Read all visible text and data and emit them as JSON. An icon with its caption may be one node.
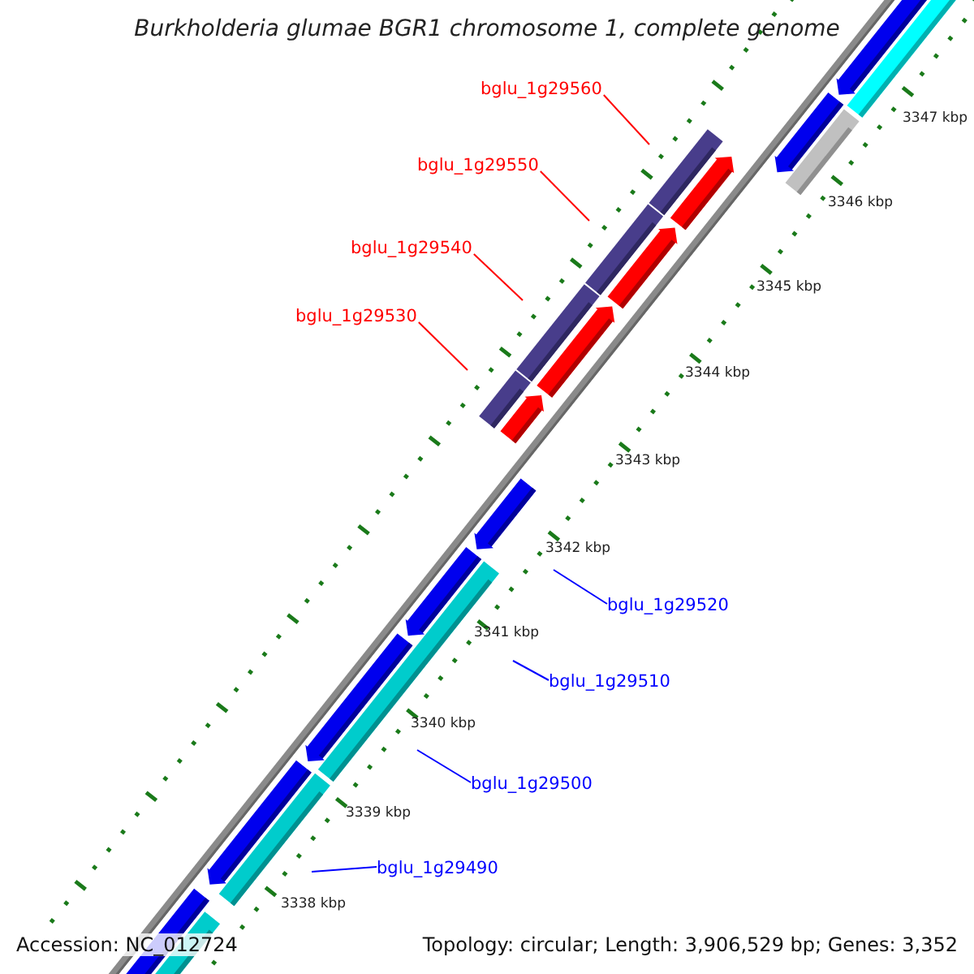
{
  "diagram": {
    "title": "Burkholderia glumae BGR1 chromosome 1, complete genome",
    "nodes": [
      {
        "text": [
          "bglu_1g29560"
        ]
      },
      {
        "text": [
          "bglu_1g29550"
        ]
      },
      {
        "text": [
          "bglu_1g29540"
        ]
      },
      {
        "text": [
          "bglu_1g29530"
        ]
      },
      {
        "text": [
          "bglu_1g29520"
        ]
      },
      {
        "text": [
          "bglu_1g29510"
        ]
      },
      {
        "text": [
          "bglu_1g29500"
        ]
      },
      {
        "text": [
          "bglu_1g29490"
        ]
      }
    ],
    "edges": [
      {
        "from": 0,
        "to": null,
        "arrow": "none",
        "color": "#ff0000"
      },
      {
        "from": 1,
        "to": null,
        "arrow": "none",
        "color": "#ff0000"
      },
      {
        "from": 2,
        "to": null,
        "arrow": "none",
        "color": "#ff0000"
      },
      {
        "from": 3,
        "to": null,
        "arrow": "none",
        "color": "#ff0000"
      },
      {
        "from": 4,
        "to": null,
        "arrow": "none",
        "color": "#0000ff"
      },
      {
        "from": 5,
        "to": null,
        "arrow": "none",
        "color": "#0000ff"
      },
      {
        "from": 6,
        "to": null,
        "arrow": "none",
        "color": "#0000ff"
      },
      {
        "from": 7,
        "to": null,
        "arrow": "none",
        "color": "#0000ff"
      }
    ],
    "labels": [
      "3347 kbp",
      "3346 kbp",
      "3345 kbp",
      "3344 kbp",
      "3343 kbp",
      "3342 kbp",
      "3341 kbp",
      "3340 kbp",
      "3339 kbp",
      "3338 kbp",
      "Accession: NC_012724",
      "Topology: circular; Length: 3,906,529 bp; Genes: 3,352"
    ]
  }
}
